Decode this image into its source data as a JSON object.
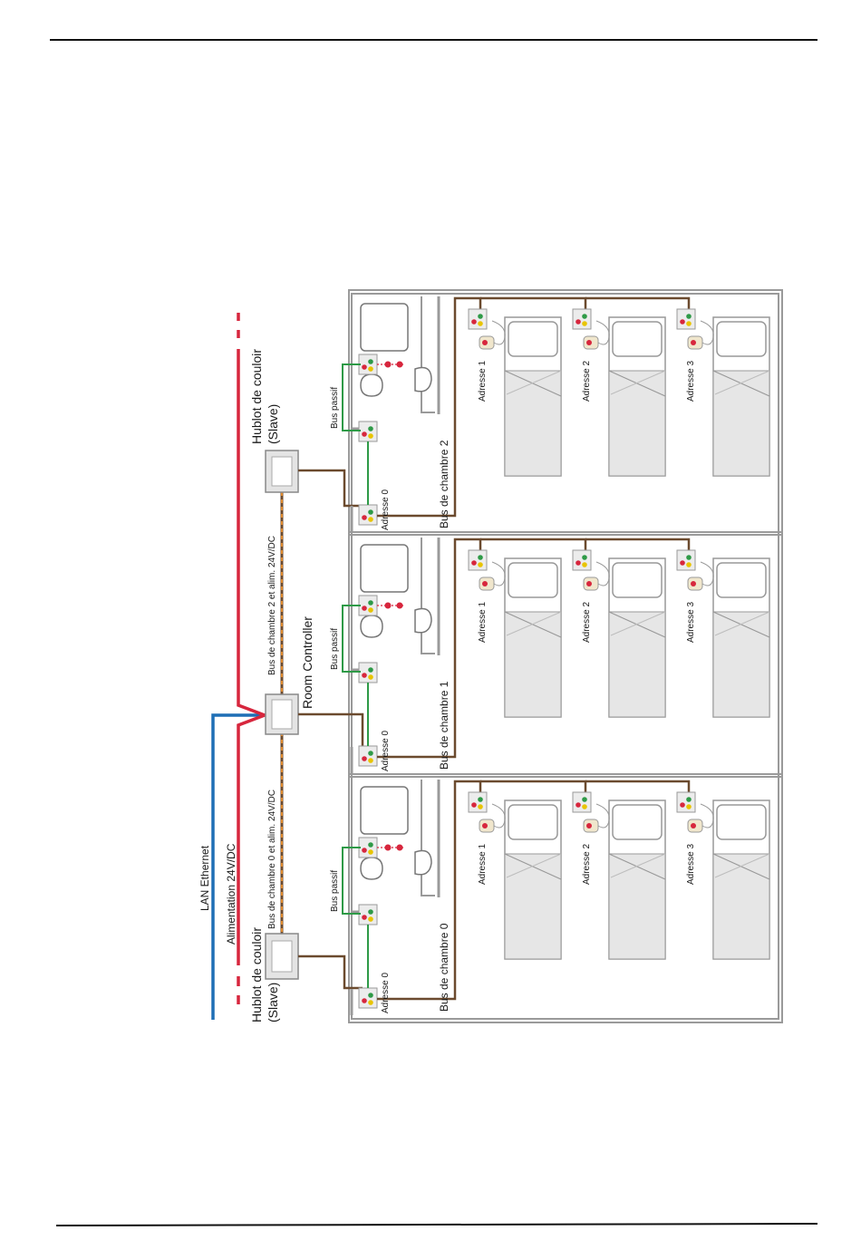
{
  "labels": {
    "lan_ethernet": "LAN Ethernet",
    "alimentation": "Alimentation 24V/DC",
    "room_controller": "Room Controller",
    "hublot_slave_bottom_1": "Hublot de couloir",
    "hublot_slave_bottom_2": "(Slave)",
    "hublot_slave_top_1": "Hublot de couloir",
    "hublot_slave_top_2": "(Slave)",
    "bus_0_alim": "Bus de chambre 0 et alim. 24V/DC",
    "bus_2_alim": "Bus de chambre 2 et alim. 24V/DC"
  },
  "rooms": [
    {
      "bus_label": "Bus de chambre 0",
      "bus_passif_label": "Bus passif",
      "adresse_0_label": "Adresse 0",
      "bed_labels": [
        "Adresse 1",
        "Adresse 2",
        "Adresse 3"
      ]
    },
    {
      "bus_label": "Bus de chambre 1",
      "bus_passif_label": "Bus passif",
      "adresse_0_label": "Adresse 0",
      "bed_labels": [
        "Adresse 1",
        "Adresse 2",
        "Adresse 3"
      ]
    },
    {
      "bus_label": "Bus de chambre 2",
      "bus_passif_label": "Bus passif",
      "adresse_0_label": "Adresse 0",
      "bed_labels": [
        "Adresse 1",
        "Adresse 2",
        "Adresse 3"
      ]
    }
  ],
  "colors": {
    "lan": "#1f6fb5",
    "power": "#d7263d",
    "room_bus": "#6b4a2e",
    "passive_bus": "#2e9a47",
    "bus_dash": "#e08a2c",
    "wall": "#9a9a9a",
    "led_red": "#d7263d",
    "led_green": "#2e9a47",
    "led_yellow": "#e8c400"
  }
}
